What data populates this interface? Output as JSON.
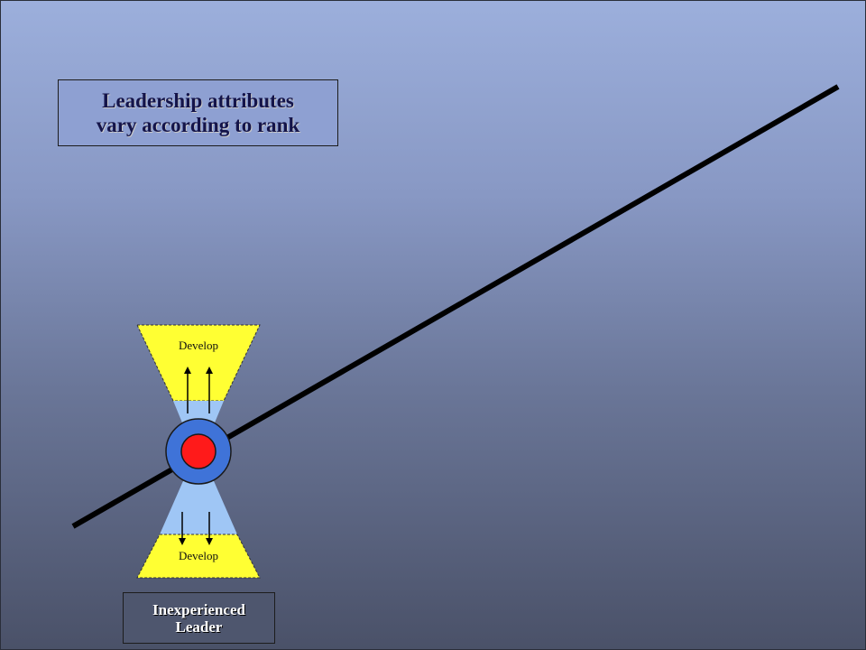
{
  "title": {
    "line1": "Leadership attributes",
    "line2": "vary according to rank"
  },
  "develop_top": "Develop",
  "develop_bottom": "Develop",
  "leader": {
    "line1": "Inexperienced",
    "line2": "Leader"
  },
  "colors": {
    "background_top": "#9cafdc",
    "background_bottom": "#4a5168",
    "develop_zone": "#ffff33",
    "attribute_zone": "#9fc6f5",
    "ring": "#3f73d8",
    "core": "#ff1a1a",
    "rank_line": "#000000"
  }
}
